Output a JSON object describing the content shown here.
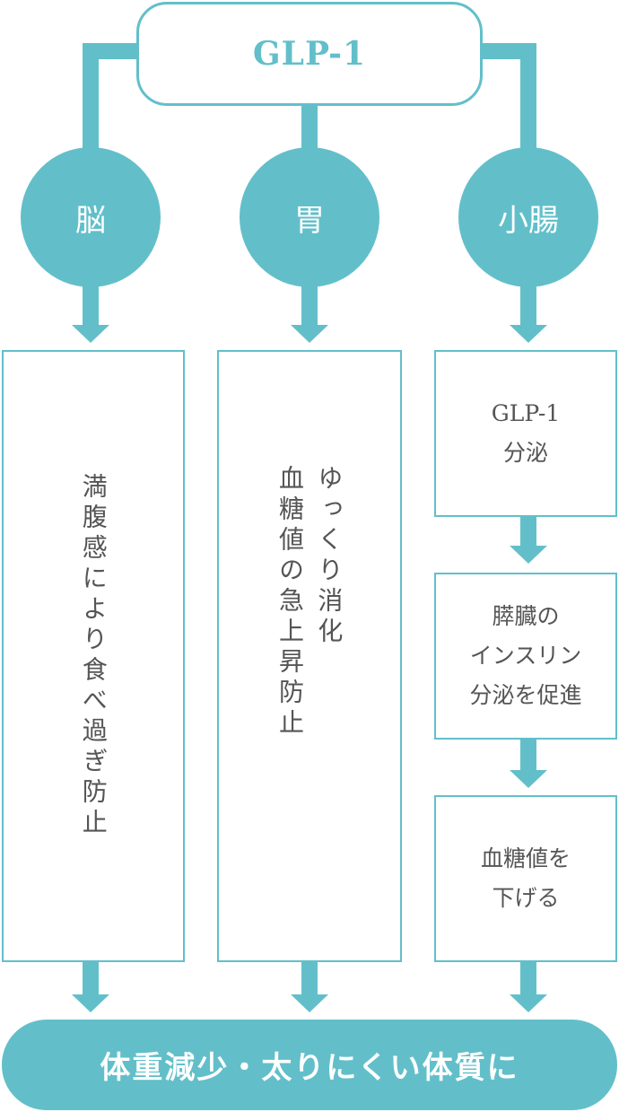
{
  "top": {
    "label": "GLP-1"
  },
  "organs": [
    {
      "label": "脳"
    },
    {
      "label": "胃"
    },
    {
      "label": "小腸"
    }
  ],
  "effects": {
    "brain": {
      "lines": [
        "満腹感により食べ過ぎ防止"
      ]
    },
    "stomach": {
      "lines": [
        "ゆっくり消化",
        "血糖値の急上昇防止"
      ]
    },
    "intestine_steps": [
      {
        "lines": [
          "GLP-1",
          "分泌"
        ]
      },
      {
        "lines": [
          "膵臓の",
          "インスリン",
          "分泌を促進"
        ]
      },
      {
        "lines": [
          "血糖値を",
          "下げる"
        ]
      }
    ]
  },
  "result": {
    "label": "体重減少・太りにくい体質に"
  },
  "colors": {
    "accent": "#62bfca",
    "text": "#555555",
    "background": "#ffffff"
  }
}
